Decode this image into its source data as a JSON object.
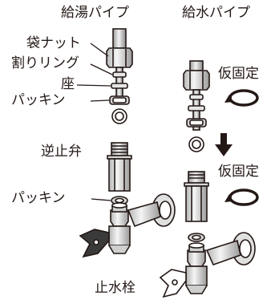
{
  "headers": {
    "hot_pipe": "給湯パイプ",
    "cold_pipe": "給水パイプ"
  },
  "left_assembly": {
    "bag_nut": "袋ナット",
    "split_ring": "割りリング",
    "seat": "座",
    "packing_top": "パッキン",
    "check_valve": "逆止弁",
    "packing_bottom": "パッキン",
    "stop_valve": "止水栓"
  },
  "right_assembly": {
    "temp_fix_top": "仮固定",
    "temp_fix_bottom": "仮固定"
  },
  "colors": {
    "ink": "#231815",
    "fill_light": "#e6e6e6",
    "fill_mid": "#bdbdbd",
    "fill_dark": "#8a8a8a"
  },
  "icons": [
    "rotate-arrow-icon",
    "down-arrow-icon"
  ]
}
